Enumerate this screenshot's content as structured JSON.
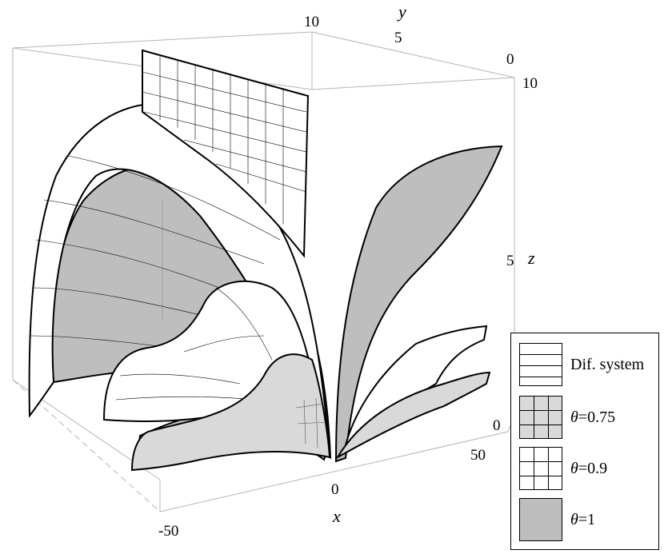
{
  "chart_data": {
    "type": "surface3d",
    "axes": {
      "x": {
        "label": "x",
        "ticks": [
          "-50",
          "0",
          "50"
        ]
      },
      "y": {
        "label": "y",
        "ticks": [
          "10",
          "5",
          "0"
        ]
      },
      "z": {
        "label": "z",
        "ticks": [
          "10",
          "5",
          "0"
        ]
      }
    },
    "legend": {
      "position": "bottom-right",
      "entries": [
        {
          "pattern": "lines-horizontal",
          "text": "Dif. system",
          "symbol": "",
          "value": ""
        },
        {
          "pattern": "grid-dark",
          "text": "",
          "symbol": "θ",
          "value": "=0.75"
        },
        {
          "pattern": "grid-white",
          "text": "",
          "symbol": "θ",
          "value": "=0.9"
        },
        {
          "pattern": "solid-gray",
          "text": "",
          "symbol": "θ",
          "value": "=1"
        }
      ]
    },
    "colors": {
      "solid": "#bebebe",
      "light": "#d9d9d9",
      "mesh": "#ffffff",
      "edge": "#000000"
    }
  }
}
